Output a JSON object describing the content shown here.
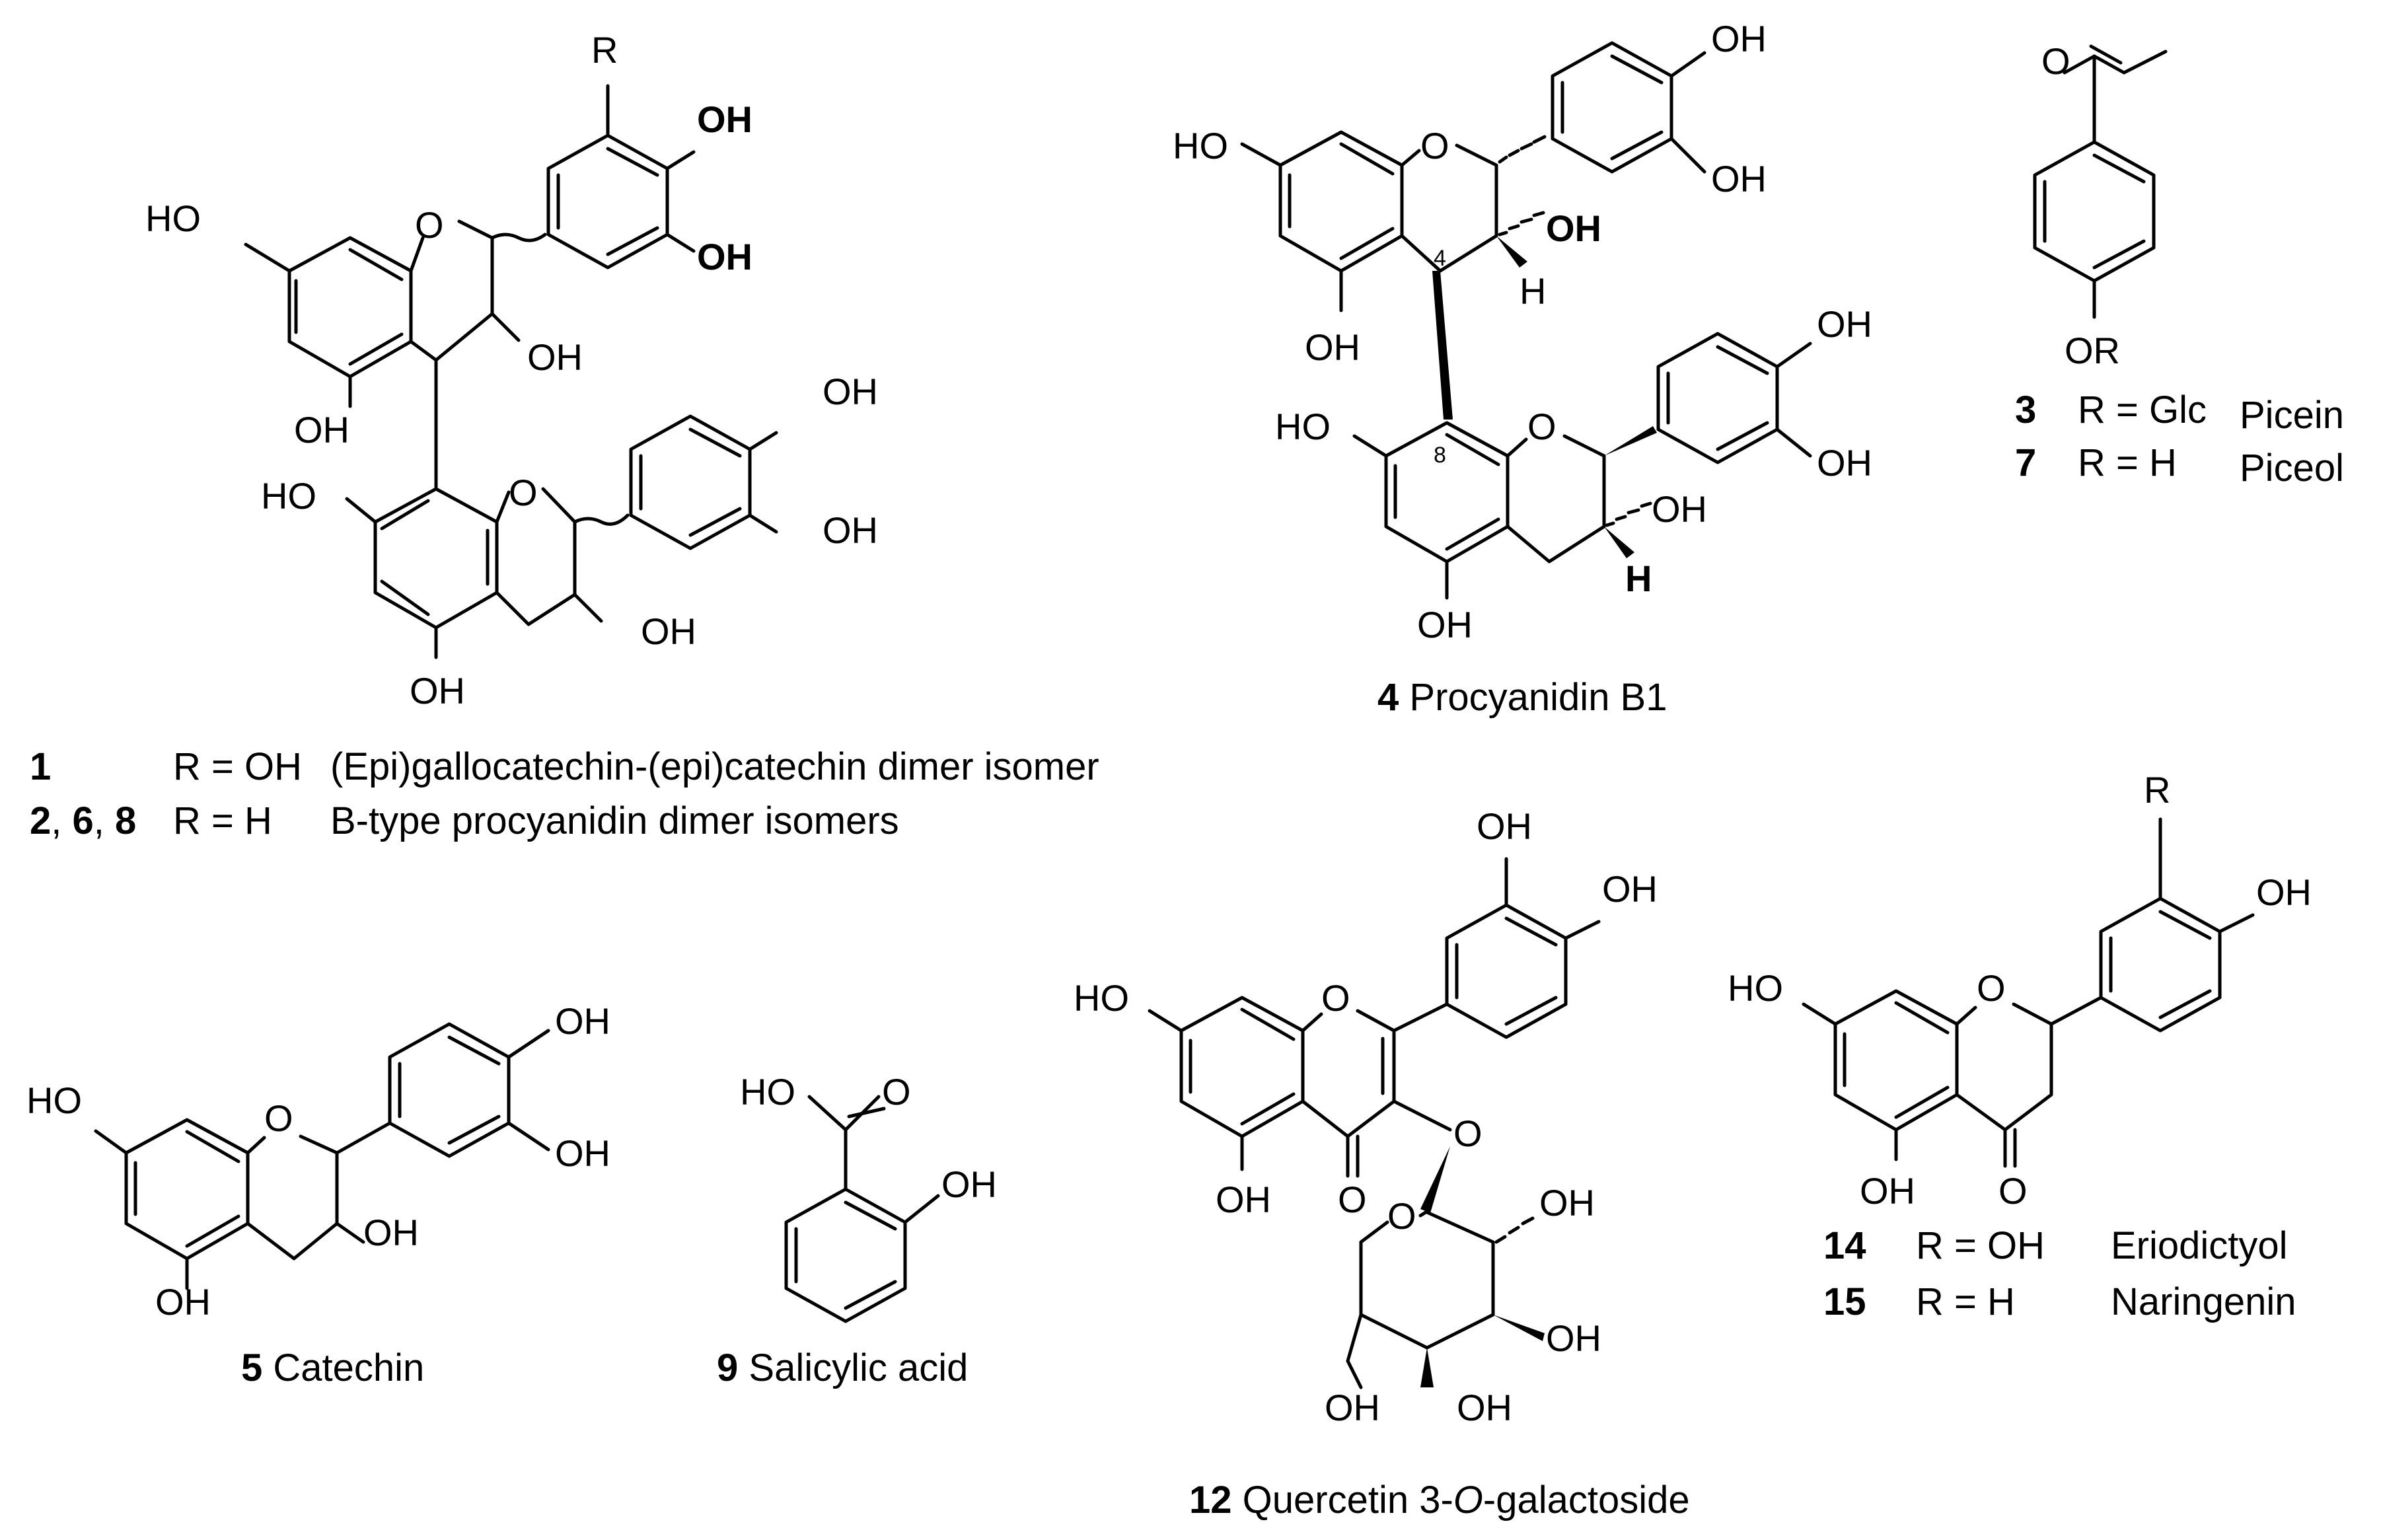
{
  "atoms": {
    "oh": "OH",
    "ho": "HO",
    "o": "O",
    "r": "R",
    "h": "H",
    "or": "OR"
  },
  "locants": {
    "c4": "4",
    "c8": "8"
  },
  "compounds": {
    "c1": {
      "num": "1",
      "subst": "R = OH",
      "name": "(Epi)gallocatechin-(epi)catechin dimer isomer"
    },
    "c2": {
      "num_a": "2",
      "sep1": ", ",
      "num_b": "6",
      "sep2": ", ",
      "num_c": "8",
      "subst": "R = H",
      "name": "B-type procyanidin dimer isomers"
    },
    "c3": {
      "num": "3",
      "subst": "R = Glc",
      "name": "Picein"
    },
    "c4": {
      "num": "4",
      "name": "Procyanidin B1"
    },
    "c5": {
      "num": "5",
      "name": "Catechin"
    },
    "c7": {
      "num": "7",
      "subst": "R = H",
      "name": "Piceol"
    },
    "c9": {
      "num": "9",
      "name": "Salicylic acid"
    },
    "c12": {
      "num": "12",
      "name_a": "Quercetin 3-",
      "name_ital": "O",
      "name_b": "-galactoside"
    },
    "c14": {
      "num": "14",
      "subst": "R = OH",
      "name": "Eriodictyol"
    },
    "c15": {
      "num": "15",
      "subst": "R = H",
      "name": "Naringenin"
    }
  }
}
